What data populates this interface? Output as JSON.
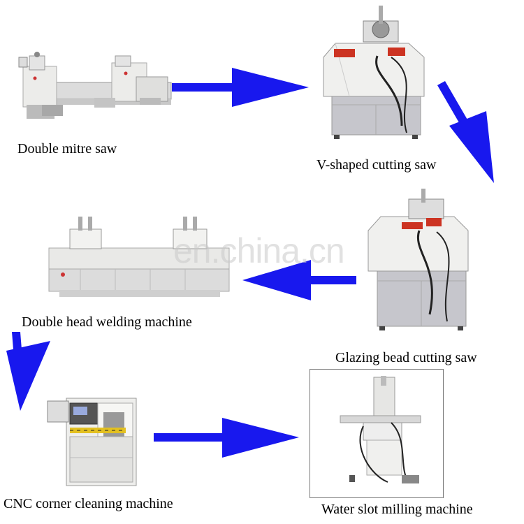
{
  "steps": [
    {
      "id": "double-mitre-saw",
      "label": "Double mitre saw"
    },
    {
      "id": "v-shaped-cutting-saw",
      "label": "V-shaped cutting saw"
    },
    {
      "id": "glazing-bead-cutting-saw",
      "label": "Glazing bead cutting saw"
    },
    {
      "id": "double-head-welding-machine",
      "label": "Double head welding machine"
    },
    {
      "id": "cnc-corner-cleaning-machine",
      "label": "CNC corner cleaning machine"
    },
    {
      "id": "water-slot-milling-machine",
      "label": "Water slot milling machine"
    }
  ],
  "watermark": "en.china.cn",
  "colors": {
    "arrow": "#1818ee",
    "machine_body": "#eeeeea",
    "machine_base": "#b9b9bd",
    "label_text": "#000000"
  }
}
